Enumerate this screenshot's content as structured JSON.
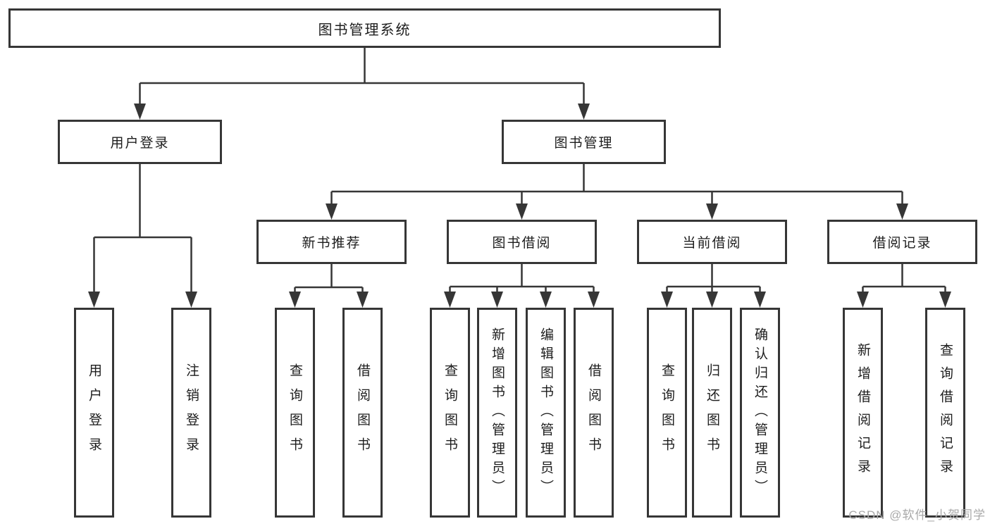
{
  "diagram": {
    "root": {
      "label": "图书管理系统"
    },
    "user_login": {
      "label": "用户登录",
      "leaves": [
        "用户登录",
        "注销登录"
      ]
    },
    "book_management": {
      "label": "图书管理",
      "groups": [
        {
          "label": "新书推荐",
          "leaves": [
            "查询图书",
            "借阅图书"
          ]
        },
        {
          "label": "图书借阅",
          "leaves": [
            "查询图书",
            "新增图书（管理员）",
            "编辑图书（管理员）",
            "借阅图书"
          ]
        },
        {
          "label": "当前借阅",
          "leaves": [
            "查询图书",
            "归还图书",
            "确认归还（管理员）"
          ]
        },
        {
          "label": "借阅记录",
          "leaves": [
            "新增借阅记录",
            "查询借阅记录"
          ]
        }
      ]
    },
    "watermark": "CSDN @软件_小贺同学"
  },
  "colors": {
    "line": "#363636",
    "text": "#1d1d1d",
    "box_background": "#ffffff",
    "watermark": "#a9a9a9"
  }
}
